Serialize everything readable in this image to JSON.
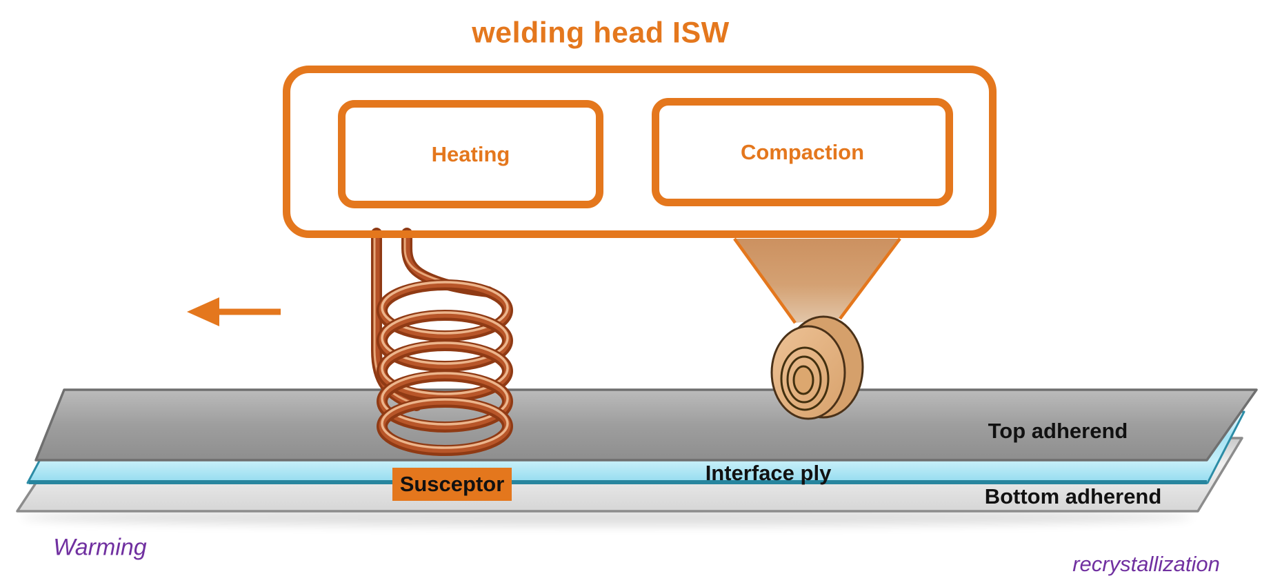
{
  "title": "welding head ISW",
  "head": {
    "heating_label": "Heating",
    "compaction_label": "Compaction"
  },
  "layers": {
    "top_adherend": "Top adherend",
    "interface_ply": "Interface ply",
    "bottom_adherend": "Bottom adherend",
    "susceptor": "Susceptor"
  },
  "process_states": {
    "left": "Warming",
    "right": "recrystallization"
  },
  "icons": {
    "motion_arrow": "left-arrow-icon",
    "induction_coil": "induction-coil-icon",
    "compaction_roller": "compaction-roller-icon",
    "energy_cone": "compaction-force-cone-icon"
  },
  "colors": {
    "orange": "#E4771D",
    "purple": "#7030A0",
    "label_black": "#111111",
    "top_adherend_gray": "#A2A2A2",
    "bottom_adherend_gray": "#E2E2E2",
    "interface_cyan": "#A5E3F4",
    "interface_border_teal": "#2C8CA6",
    "coil_copper": "#B85629",
    "roller_tan": "#E2B383"
  }
}
